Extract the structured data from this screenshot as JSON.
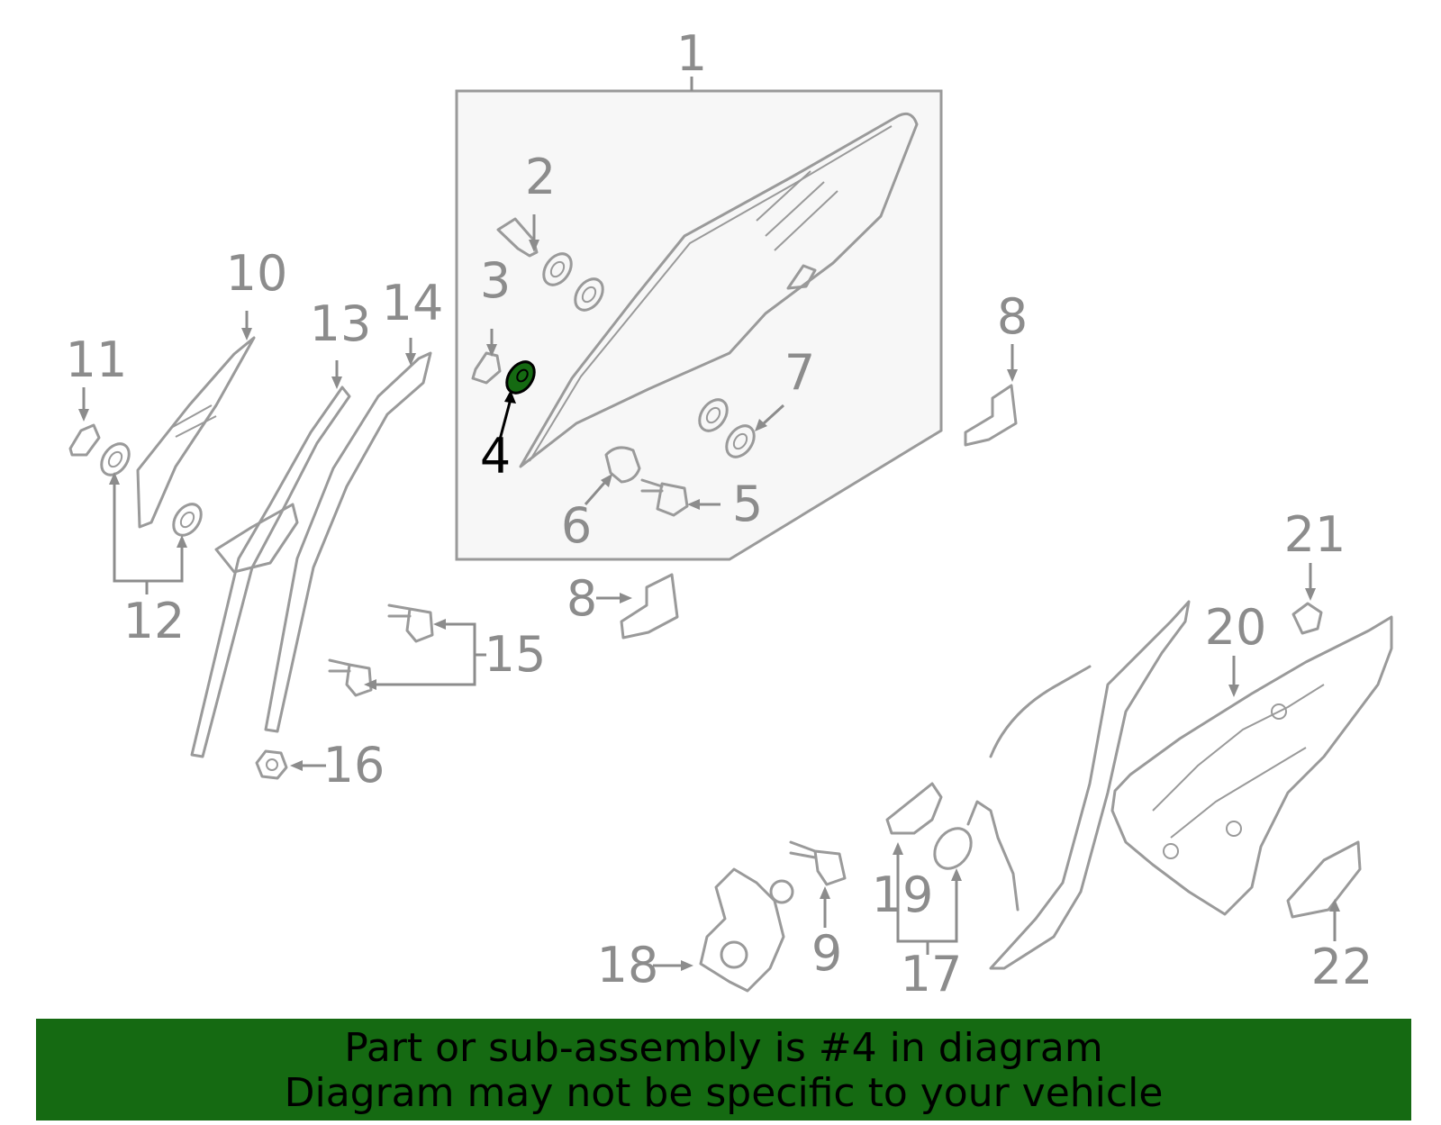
{
  "diagram": {
    "callouts": [
      {
        "id": "1",
        "text": "1"
      },
      {
        "id": "2",
        "text": "2"
      },
      {
        "id": "3",
        "text": "3"
      },
      {
        "id": "4",
        "text": "4"
      },
      {
        "id": "5",
        "text": "5"
      },
      {
        "id": "6",
        "text": "6"
      },
      {
        "id": "7",
        "text": "7"
      },
      {
        "id": "8a",
        "text": "8"
      },
      {
        "id": "8b",
        "text": "8"
      },
      {
        "id": "9",
        "text": "9"
      },
      {
        "id": "10",
        "text": "10"
      },
      {
        "id": "11",
        "text": "11"
      },
      {
        "id": "12",
        "text": "12"
      },
      {
        "id": "13",
        "text": "13"
      },
      {
        "id": "14",
        "text": "14"
      },
      {
        "id": "15",
        "text": "15"
      },
      {
        "id": "16",
        "text": "16"
      },
      {
        "id": "17",
        "text": "17"
      },
      {
        "id": "18",
        "text": "18"
      },
      {
        "id": "19",
        "text": "19"
      },
      {
        "id": "20",
        "text": "20"
      },
      {
        "id": "21",
        "text": "21"
      },
      {
        "id": "22",
        "text": "22"
      }
    ],
    "highlighted_part": "4",
    "colors": {
      "line": "#9a9a9a",
      "label": "#8c8c8c",
      "highlight": "#156a12",
      "highlight_label": "#000000"
    }
  },
  "banner": {
    "line1": "Part or sub-assembly is #4 in diagram",
    "line2": "Diagram may not be specific to your vehicle",
    "background": "#156a12"
  }
}
